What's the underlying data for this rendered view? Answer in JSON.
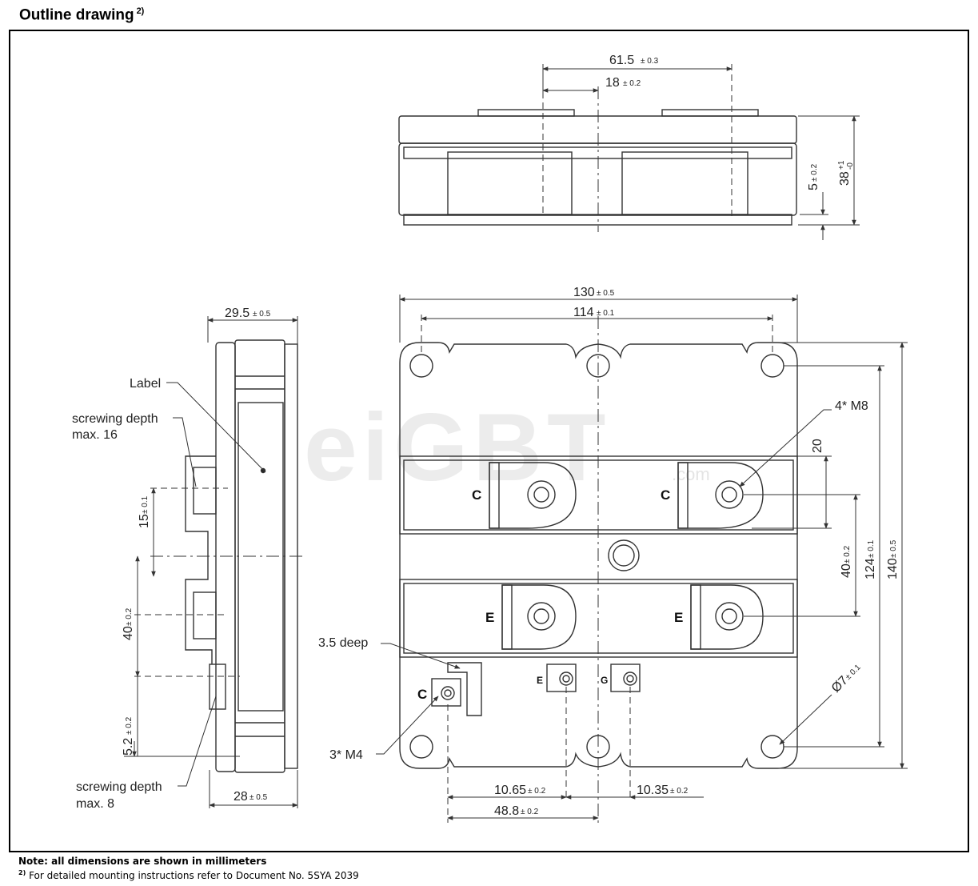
{
  "heading": {
    "text": "Outline drawing",
    "sup": "2)"
  },
  "notes": {
    "units": "Note: all dimensions are shown in millimeters",
    "footnote_sup": "2)",
    "footnote": "For detailed mounting instructions refer to Document No. 5SYA 2039"
  },
  "watermark": {
    "main": "eiGBT",
    "sub": ".com"
  },
  "side_view": {
    "label": "Label",
    "screwing_top": [
      "screwing depth",
      "max. 16"
    ],
    "screwing_bottom": [
      "screwing depth",
      "max. 8"
    ],
    "dim_top": {
      "value": "29.5",
      "tol": "± 0.5"
    },
    "dim_bottom": {
      "value": "28",
      "tol": "± 0.5"
    },
    "dim_15": {
      "value": "15",
      "tol": "± 0.1"
    },
    "dim_40": {
      "value": "40",
      "tol": "± 0.2"
    },
    "dim_5_2": {
      "value": "5.2",
      "tol": "± 0.2"
    }
  },
  "top_view": {
    "dim_61_5": {
      "value": "61.5",
      "tol": "± 0.3"
    },
    "dim_18": {
      "value": "18",
      "tol": "± 0.2"
    },
    "dim_5": {
      "value": "5",
      "tol": "± 0.2"
    },
    "dim_38": {
      "value": "38",
      "tol_plus": "+1",
      "tol_minus": "-0"
    }
  },
  "front_view": {
    "dim_130": {
      "value": "130",
      "tol": "± 0.5"
    },
    "dim_114": {
      "value": "114",
      "tol": "± 0.1"
    },
    "dim_20": {
      "value": "20"
    },
    "dim_40": {
      "value": "40",
      "tol": "± 0.2"
    },
    "dim_124": {
      "value": "124",
      "tol": "± 0.1"
    },
    "dim_140": {
      "value": "140",
      "tol": "± 0.5"
    },
    "dim_dia7": {
      "value": "Ø7",
      "tol": "± 0.1"
    },
    "dim_10_65": {
      "value": "10.65",
      "tol": "± 0.2"
    },
    "dim_10_35": {
      "value": "10.35",
      "tol": "± 0.2"
    },
    "dim_48_8": {
      "value": "48.8",
      "tol": "± 0.2"
    },
    "callout_m8": "4* M8",
    "callout_m4": "3* M4",
    "callout_deep": "3.5 deep",
    "terminals": {
      "c1": "C",
      "c2": "C",
      "e1": "E",
      "e2": "E",
      "c_aux": "C",
      "e_aux": "E",
      "g_aux": "G"
    }
  }
}
